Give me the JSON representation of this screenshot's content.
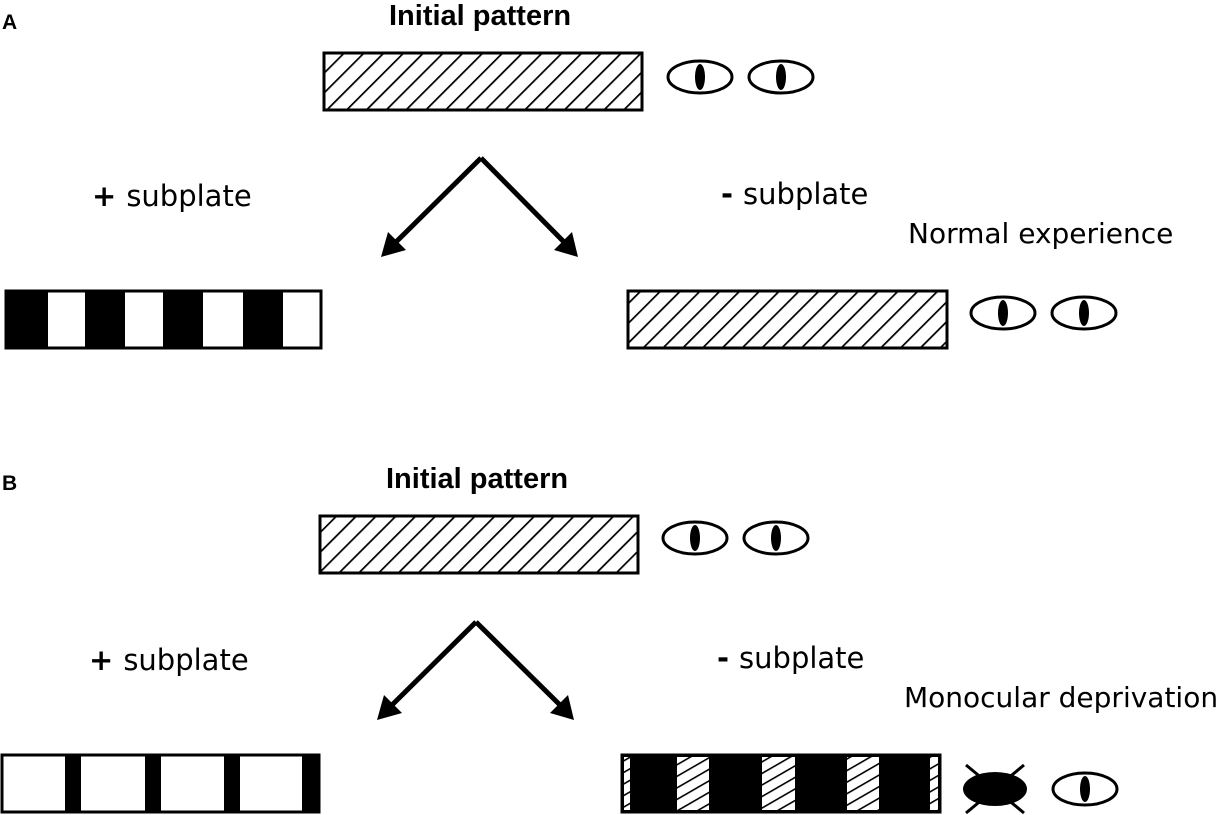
{
  "panel_a": {
    "label": "A",
    "title": "Initial pattern",
    "left_sign": "+",
    "left_branch": "subplate",
    "right_sign": "-",
    "right_branch": "subplate",
    "condition": "Normal experience"
  },
  "panel_b": {
    "label": "B",
    "title": "Initial pattern",
    "left_sign": "+",
    "left_branch": "subplate",
    "right_sign": "-",
    "right_branch": "subplate",
    "condition": "Monocular deprivation"
  },
  "colors": {
    "ink": "#000000",
    "paper": "#ffffff"
  },
  "icons": [
    "eye-open-icon",
    "eye-closed-icon",
    "arrow-icon",
    "hatch-pattern"
  ]
}
